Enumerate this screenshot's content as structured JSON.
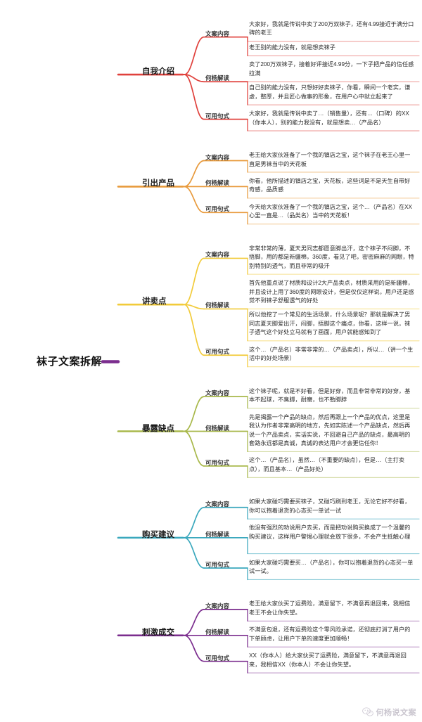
{
  "root": {
    "label": "袜子文案拆解"
  },
  "sub_labels": {
    "copy": "文案内容",
    "analysis": "何杨解读",
    "template": "可用句式"
  },
  "colors": {
    "branch_1": "#e0413c",
    "branch_2": "#e89a3c",
    "branch_3": "#f2cb3a",
    "branch_4": "#a8b84a",
    "branch_5": "#3aa8bd",
    "branch_6": "#7b2d8e",
    "trunk_top": "#e0413c",
    "trunk_mid": "#f2cb3a",
    "trunk_bottom": "#7b2d8e",
    "text": "#2b2b2b"
  },
  "watermark": {
    "text": "何杨说文案",
    "icon": "wechat-icon"
  },
  "branches": [
    {
      "label": "自我介绍",
      "color": "#e0413c",
      "items": [
        {
          "label": "文案内容",
          "leaves": [
            "大家好，我就是传说中卖了200万双袜子，还有4.99接近于满分口碑的老王",
            "老王别的能力没有，就是想卖袜子"
          ]
        },
        {
          "label": "何杨解读",
          "leaves": [
            "卖了200万双袜子，接着好评接近4.99分，一下子把产品的信任感拉满",
            "自己别的能力没有，只想好好卖袜子，你看，瞬间一个老实，谦虚，憨厚，并且匠心做事的形象，在用户心中就立起来了"
          ]
        },
        {
          "label": "可用句式",
          "leaves": [
            "大家好，我就是传说中卖了…（销售量），还有…（口碑）的XX（你本人），别的能力我没有，就是想卖…（产品名）"
          ]
        }
      ]
    },
    {
      "label": "引出产品",
      "color": "#e89a3c",
      "items": [
        {
          "label": "文案内容",
          "leaves": [
            "老王给大家伙准备了一个我的镇店之宝，这个袜子在老王心里一直是男袜当中的天花板"
          ]
        },
        {
          "label": "何杨解读",
          "leaves": [
            "你看，他所描述的镇店之宝，天花板，这些词是不是天生自带好奇感，品质感"
          ]
        },
        {
          "label": "可用句式",
          "leaves": [
            "今天给大家伙准备了一个我的镇店之宝，这个…（产品名）在XX心里一直是…（品类名）当中的天花板！"
          ]
        }
      ]
    },
    {
      "label": "讲卖点",
      "color": "#f2cb3a",
      "items": [
        {
          "label": "文案内容",
          "leaves": [
            "非常非常的薄，夏天男同志都愿意脚出汗，这个袜子不闷脚，不捂脚，用的都是新疆棉，360度，看见了吧，密密麻麻的网眼，特别特别的透气，而且非常的吸汗"
          ]
        },
        {
          "label": "何杨解读",
          "leaves": [
            "首先他重点说了材质和设计2大产品卖点，材质采用的是新疆棉，并且设计上用了360度的网眼设计，但是仅仅这样说，用户还是感觉不到袜子舒服透气的好处",
            "所以他挖了一个常见的生活场景，什么场景呢？那就是解决了男同志夏天脚爱出汗，闷脚，捂脚这个痛点，你看，这样一说，袜子透气这个好处立马就有了画面，用户就能感知到了"
          ]
        },
        {
          "label": "可用句式",
          "leaves": [
            "这个…（产品名）非常非常的…（产品卖点），所以…（讲一个生活中的好处场景）"
          ]
        }
      ]
    },
    {
      "label": "暴露缺点",
      "color": "#a8b84a",
      "items": [
        {
          "label": "文案内容",
          "leaves": [
            "这个袜子呢，就是不好看，但是好穿，而且非常非常的好穿，基本不起球，不臭脚，耐磨，也不勒脚脖"
          ]
        },
        {
          "label": "何杨解读",
          "leaves": [
            "先是揭露一个产品的缺点，然后再跟上一个产品的优点，这里是我认为作者非常高明的地方，先如实陈述一个产品缺点，然后再说一个产品卖点，实话实说，不回避自己产品的缺点，最高明的套路永远都是真诚，真诚的表达用户才会更信任你！"
          ]
        },
        {
          "label": "可用句式",
          "leaves": [
            "这个…（产品名），虽然…（不重要的缺点），但是…（主打卖点），而且基本…（产品好处）"
          ]
        }
      ]
    },
    {
      "label": "购买建议",
      "color": "#3aa8bd",
      "items": [
        {
          "label": "文案内容",
          "leaves": [
            "如果大家碰巧需要买袜子，又碰巧刷到老王，无论它好不好看，你可以抱着退货的心态买一单试一试"
          ]
        },
        {
          "label": "何杨解读",
          "leaves": [
            "他没有强烈的劝说用户去买，而是把劝说购买换成了一个温馨的购买建议，这样用户警惕心理就会放下很多，不会产生抵触心理"
          ]
        },
        {
          "label": "可用句式",
          "leaves": [
            "如果大家碰巧需要买…（产品名），你可以抱着退货的心态买一单试一试。"
          ]
        }
      ]
    },
    {
      "label": "刺激成交",
      "color": "#7b2d8e",
      "items": [
        {
          "label": "文案内容",
          "leaves": [
            "老王给大家伙买了运费险，满意留下，不满意再退回来，我相信老王不会让你失望。"
          ]
        },
        {
          "label": "何杨解读",
          "leaves": [
            "不满意包退，还有运费险这个零风险承诺，还彻底打消了用户的下单顾虑，让用户下单的速度更加顺畅！"
          ]
        },
        {
          "label": "可用句式",
          "leaves": [
            "XX（你本人）给大家伙买了运费险，满意留下，不满意再退回来，我相信XX（你本人）不会让你失望。"
          ]
        }
      ]
    }
  ]
}
